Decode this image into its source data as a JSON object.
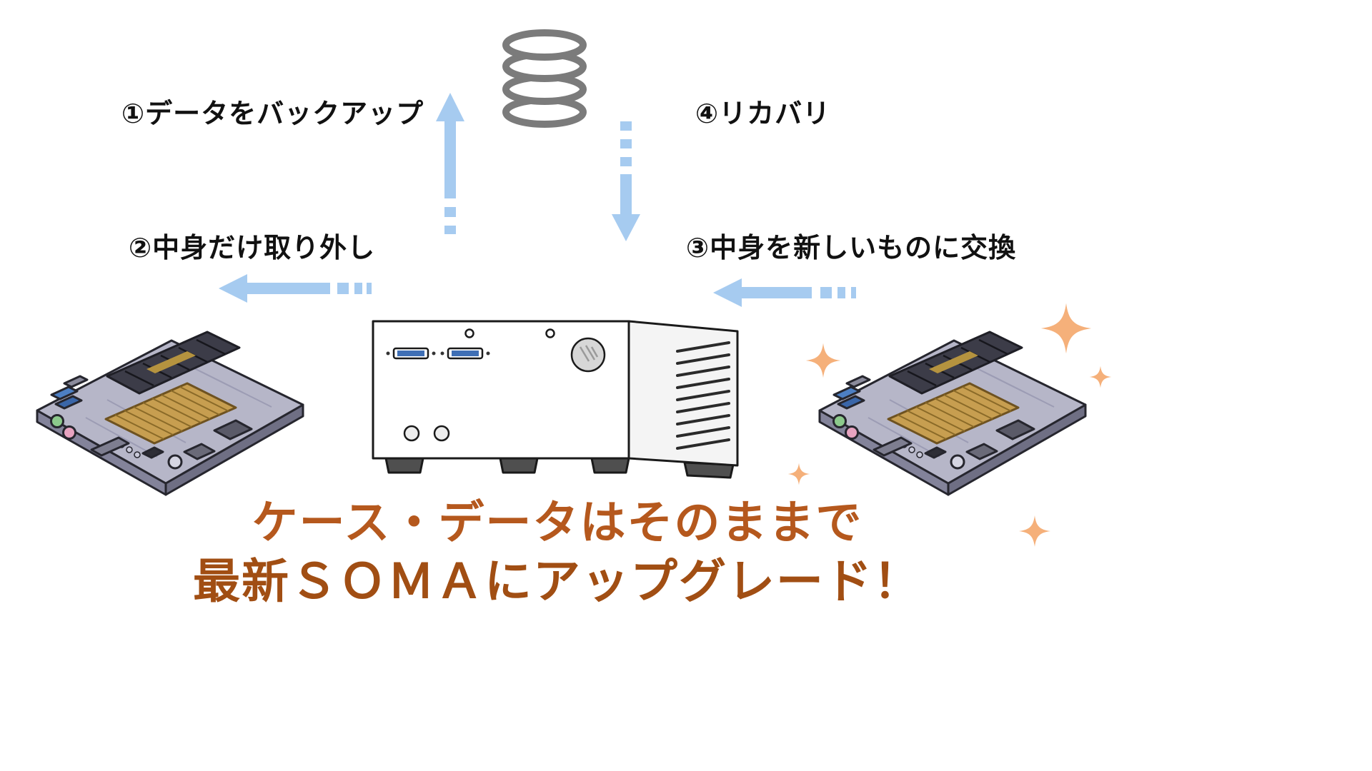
{
  "diagram": {
    "steps": [
      {
        "id": 1,
        "label": "①データをバックアップ"
      },
      {
        "id": 2,
        "label": "②中身だけ取り外し"
      },
      {
        "id": 3,
        "label": "③中身を新しいものに交換"
      },
      {
        "id": 4,
        "label": "④リカバリ"
      }
    ],
    "headline": {
      "line1": "ケース・データはそのままで",
      "line2": "最新ＳＯＭＡにアップグレード！"
    },
    "icons": {
      "database": "database-icon",
      "backup_arrow": "up-arrow-dashed",
      "recovery_arrow": "down-arrow-dashed",
      "remove_arrow": "left-arrow-dashed",
      "replace_arrow": "left-arrow-dashed",
      "pc_case": "mini-pc-case-illustration",
      "motherboard_old": "motherboard-illustration",
      "motherboard_new": "motherboard-illustration-with-sparkles"
    },
    "colors": {
      "background": "#ffffff",
      "arrow": "#a6cbf0",
      "database": "#7b7b7b",
      "headline_line1": "#b5581d",
      "headline_line2": "#a14e13",
      "step_text": "#111111",
      "sparkle": "#f5b07a",
      "heatsink_gold": "#c79e50",
      "usb_blue": "#3f6fb5"
    }
  }
}
